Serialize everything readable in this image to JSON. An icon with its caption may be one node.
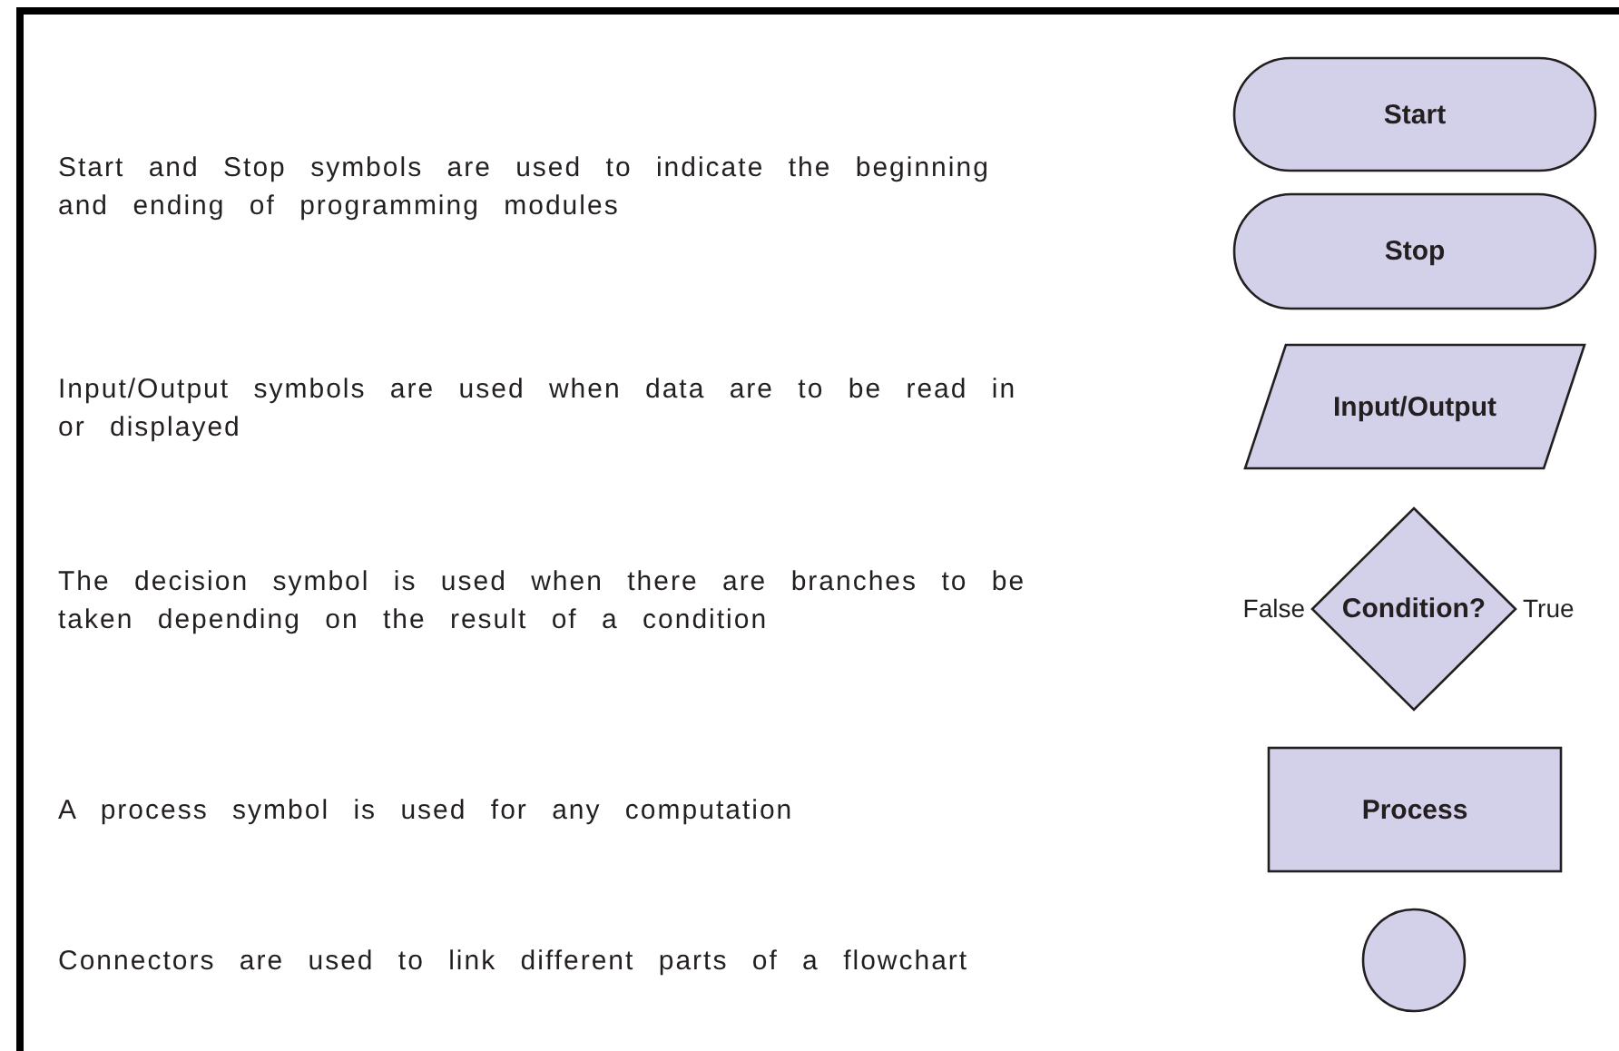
{
  "diagram": {
    "nodes": [
      {
        "text": [
          "Start"
        ]
      },
      {
        "text": [
          "Stop"
        ]
      },
      {
        "text": [
          "Input/Output"
        ]
      },
      {
        "text": [
          "Condition?"
        ],
        "beside": [
          "False",
          "True"
        ]
      },
      {
        "text": [
          "Process"
        ]
      },
      {
        "text": [],
        "shape": "circle"
      }
    ],
    "labels": [
      "Start and Stop symbols are used to indicate the beginning and ending of programming modules",
      "Input/Output symbols are used when data are to be read in or displayed",
      "The decision symbol is used when there are branches to be taken depending on the result of a condition",
      "A process symbol is used for any computation",
      "Connectors are used to link different parts of a flowchart"
    ]
  }
}
